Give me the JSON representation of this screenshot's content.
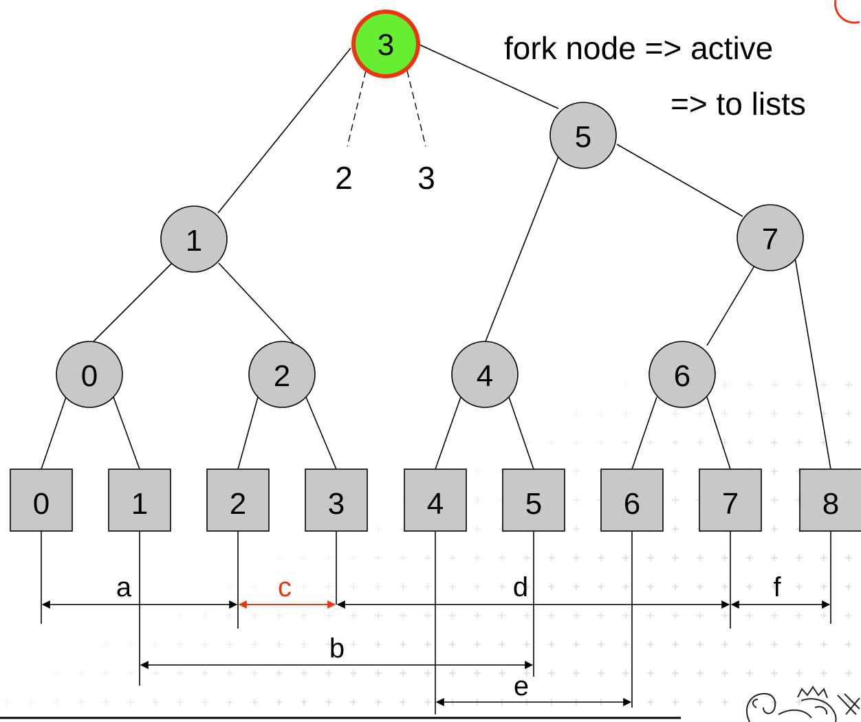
{
  "annotations": {
    "line1": "fork node => active",
    "line2": "=> to lists"
  },
  "fork_node": {
    "label": "3",
    "fill": "#66ee33",
    "border": "#ee3311",
    "branch_labels": [
      "2",
      "3"
    ]
  },
  "internal_nodes": [
    {
      "id": "n5",
      "label": "5"
    },
    {
      "id": "n1",
      "label": "1"
    },
    {
      "id": "n7",
      "label": "7"
    },
    {
      "id": "n0",
      "label": "0"
    },
    {
      "id": "n2",
      "label": "2"
    },
    {
      "id": "n4",
      "label": "4"
    },
    {
      "id": "n6",
      "label": "6"
    }
  ],
  "leaves": [
    "0",
    "1",
    "2",
    "3",
    "4",
    "5",
    "6",
    "7",
    "8"
  ],
  "intervals": [
    {
      "label": "a",
      "highlight": false
    },
    {
      "label": "c",
      "highlight": true
    },
    {
      "label": "d",
      "highlight": false
    },
    {
      "label": "f",
      "highlight": false
    },
    {
      "label": "b",
      "highlight": false
    },
    {
      "label": "e",
      "highlight": false
    }
  ],
  "colors": {
    "node_fill": "#c8c8c8",
    "highlight": "#ee3311",
    "grid_plus": "#cfe0ee"
  },
  "icons": {
    "logo": "lion-logo"
  }
}
